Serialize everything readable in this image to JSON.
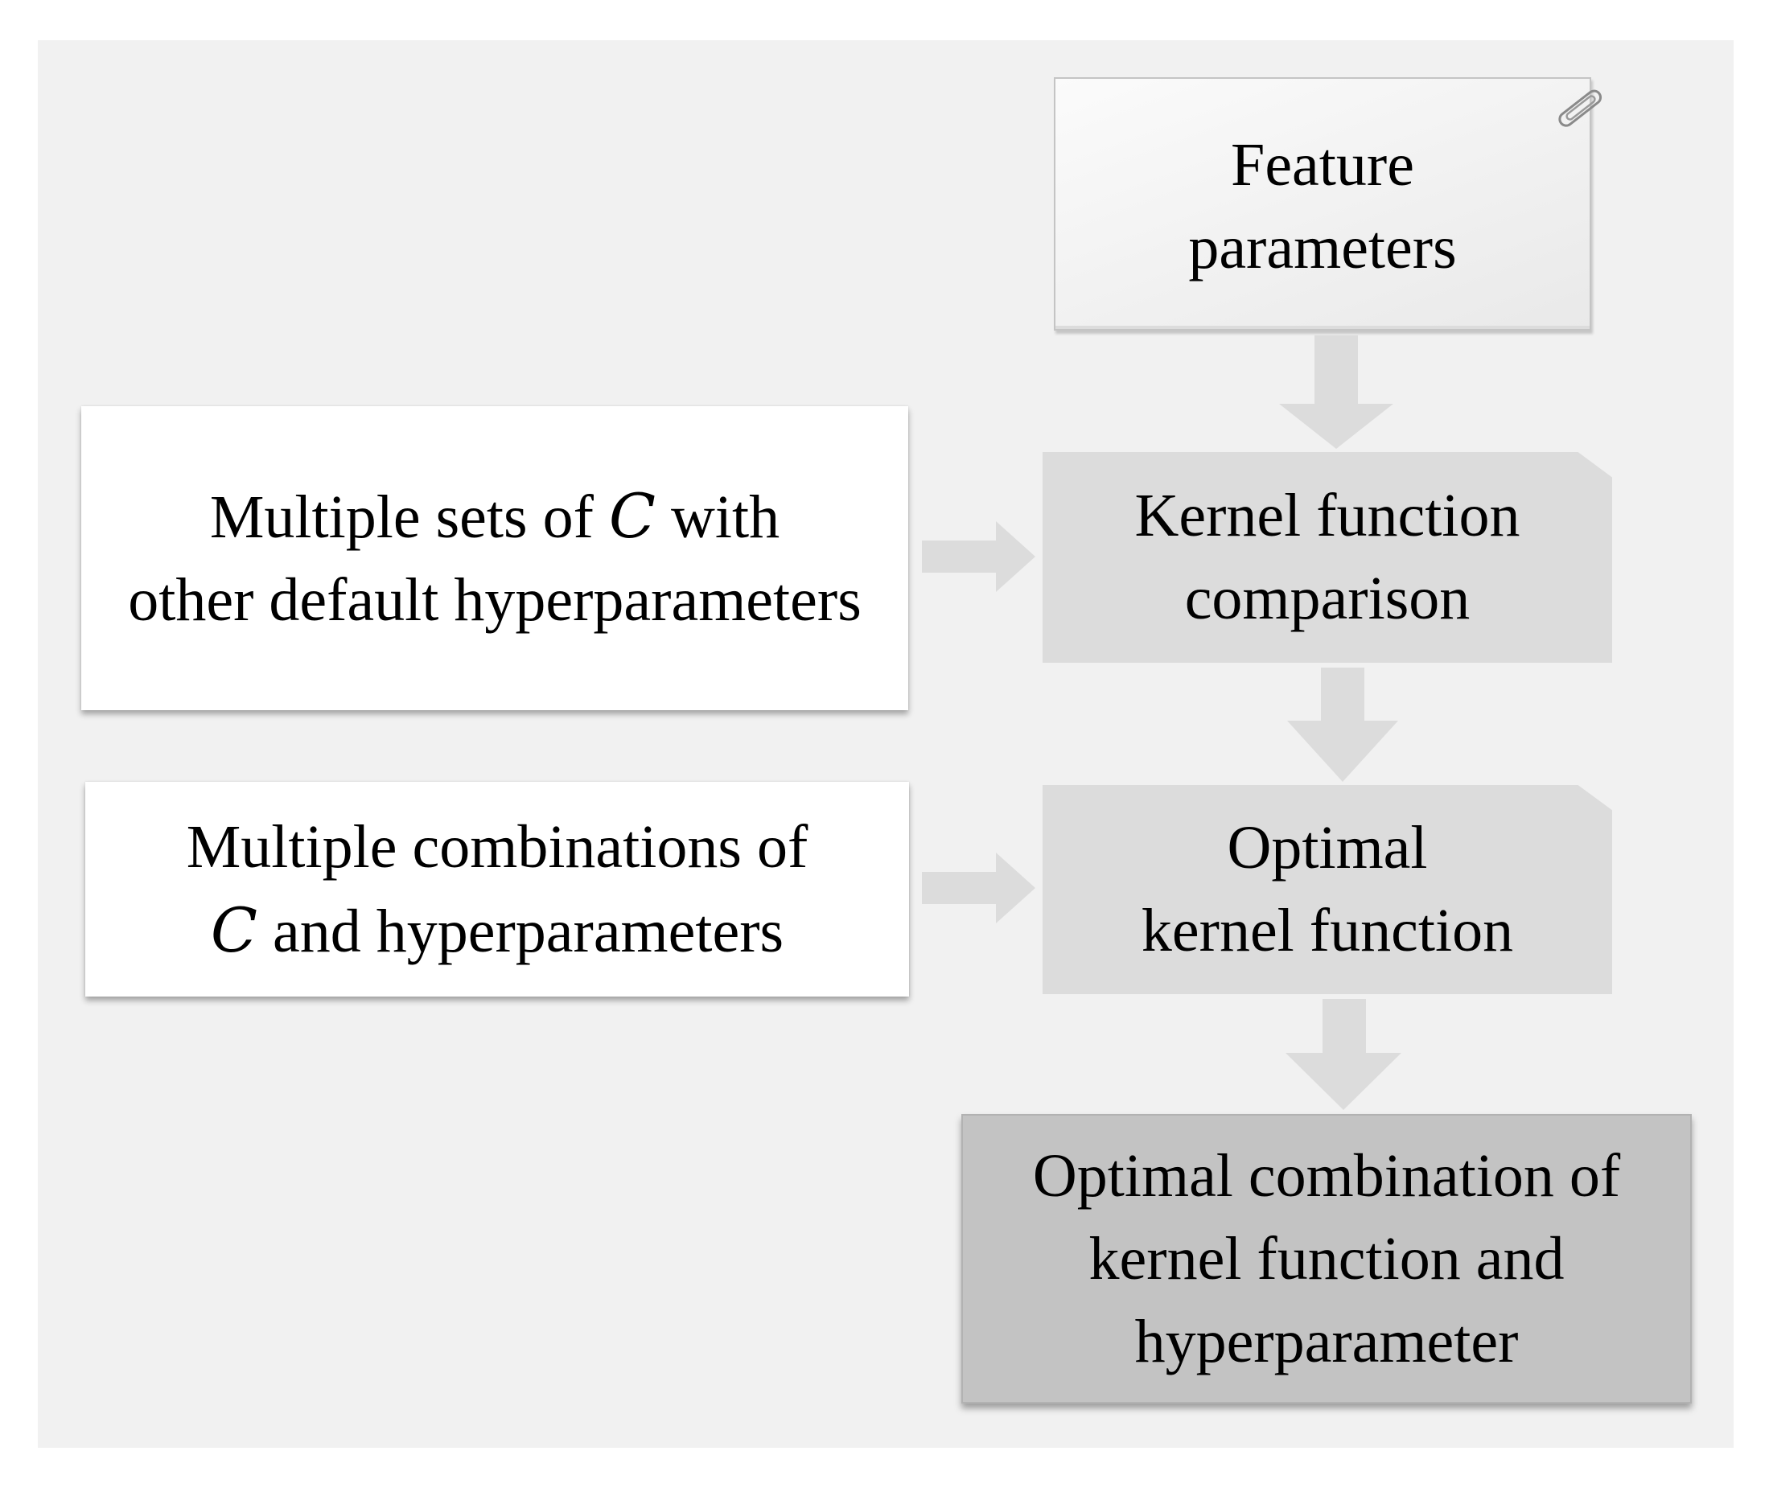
{
  "boxes": {
    "feature_parameters": {
      "lines": [
        "Feature",
        "parameters"
      ]
    },
    "kernel_function_comparison": {
      "lines": [
        "Kernel function",
        "comparison"
      ]
    },
    "optimal_kernel_function": {
      "lines": [
        "Optimal",
        "kernel function"
      ]
    },
    "optimal_combination": {
      "lines": [
        "Optimal combination of",
        "kernel function and",
        "hyperparameter"
      ]
    },
    "multiple_sets_of_c": {
      "line1_pre": "Multiple sets of ",
      "line1_var": "C",
      "line1_post": " with",
      "line2": "other default hyperparameters"
    },
    "multiple_combinations": {
      "line1": "Multiple combinations of",
      "line2_var": "C",
      "line2_post": " and hyperparameters"
    }
  },
  "colors": {
    "background": "#f1f1f1",
    "arrow": "#dcdcdc",
    "process_box": "#dcdcdc",
    "result_box": "#c3c3c3",
    "input_box": "#ffffff"
  }
}
